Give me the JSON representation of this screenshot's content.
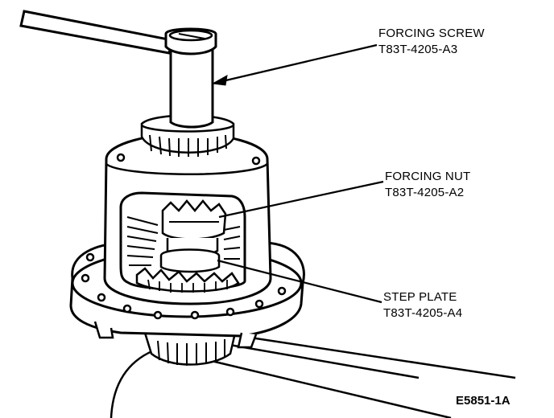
{
  "callouts": {
    "forcing_screw": {
      "name": "FORCING SCREW",
      "part_number": "T83T-4205-A3"
    },
    "forcing_nut": {
      "name": "FORCING NUT",
      "part_number": "T83T-4205-A2"
    },
    "step_plate": {
      "name": "STEP PLATE",
      "part_number": "T83T-4205-A4"
    }
  },
  "figure_id": "E5851-1A"
}
